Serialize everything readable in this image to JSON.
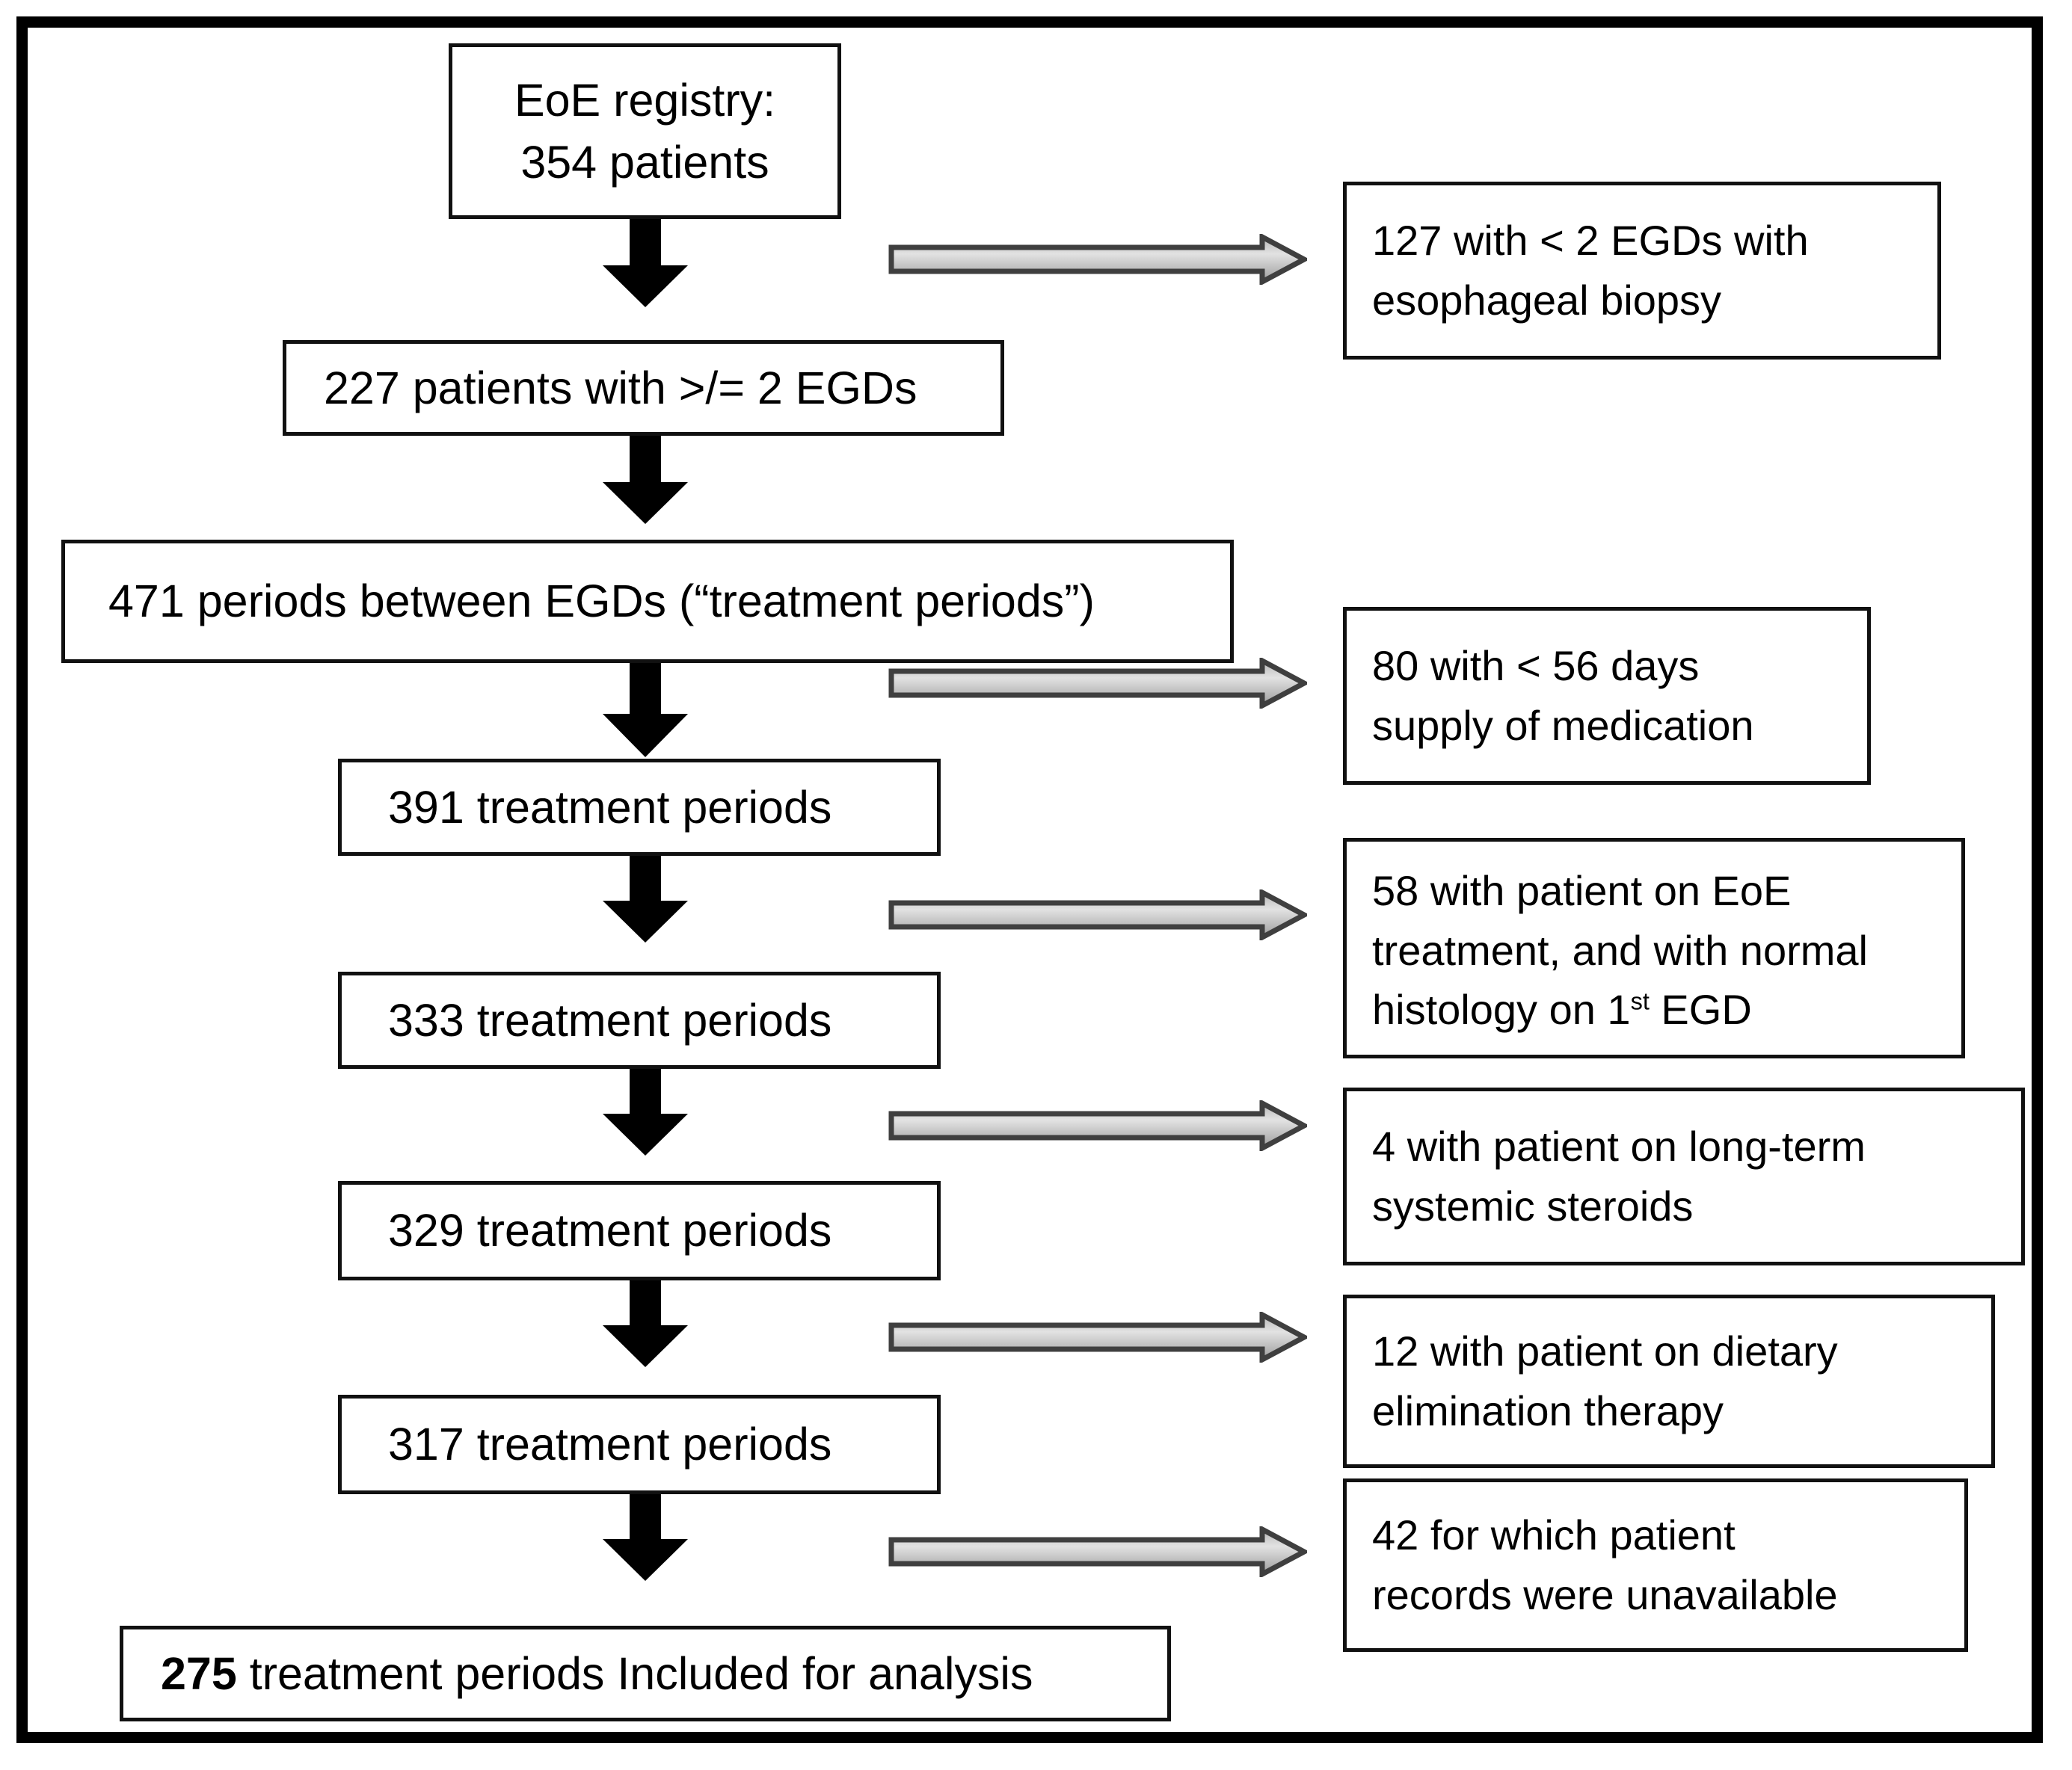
{
  "figure": {
    "kind": "patient-flow-diagram",
    "colors": {
      "frame": "#000000",
      "box_border": "#111111",
      "box_fill": "#ffffff",
      "down_arrow_fill": "#000000",
      "right_arrow_fill_light": "#d9d9d9",
      "right_arrow_fill_dark": "#a6a6a6",
      "right_arrow_stroke": "#3f3f3f",
      "text": "#000000"
    }
  },
  "flow": {
    "nodes": [
      {
        "id": "registry",
        "lines": [
          "EoE registry:",
          "354 patients"
        ],
        "count": 354,
        "unit": "patients"
      },
      {
        "id": "two-egds",
        "lines": [
          "227 patients with >/= 2 EGDs"
        ],
        "count": 227,
        "unit": "patients"
      },
      {
        "id": "periods",
        "lines": [
          "471 periods between EGDs (“treatment periods”)"
        ],
        "count": 471,
        "unit": "periods"
      },
      {
        "id": "tp-391",
        "lines": [
          "391 treatment periods"
        ],
        "count": 391,
        "unit": "treatment periods"
      },
      {
        "id": "tp-333",
        "lines": [
          "333 treatment periods"
        ],
        "count": 333,
        "unit": "treatment periods"
      },
      {
        "id": "tp-329",
        "lines": [
          "329 treatment periods"
        ],
        "count": 329,
        "unit": "treatment periods"
      },
      {
        "id": "tp-317",
        "lines": [
          "317 treatment periods"
        ],
        "count": 317,
        "unit": "treatment periods"
      },
      {
        "id": "tp-275-final",
        "count": 275,
        "unit": "treatment periods",
        "bold_prefix": "275",
        "rest": " treatment periods Included for analysis"
      }
    ],
    "exclusions": [
      {
        "id": "excl-127",
        "count": 127,
        "lines": [
          "127 with < 2 EGDs with",
          "esophageal biopsy"
        ]
      },
      {
        "id": "excl-80",
        "count": 80,
        "lines": [
          "80 with < 56 days",
          "supply of medication"
        ]
      },
      {
        "id": "excl-58",
        "count": 58,
        "lines": [
          "58 with patient on EoE",
          "treatment, and with normal",
          "histology on 1st EGD"
        ],
        "line3_pre": "histology on 1",
        "line3_sup": "st",
        "line3_post": " EGD"
      },
      {
        "id": "excl-4",
        "count": 4,
        "lines": [
          "4 with patient on long-term",
          "systemic steroids"
        ]
      },
      {
        "id": "excl-12",
        "count": 12,
        "lines": [
          "12 with patient on dietary",
          "elimination therapy"
        ]
      },
      {
        "id": "excl-42",
        "count": 42,
        "lines": [
          "42 for which patient",
          "records were unavailable"
        ]
      }
    ]
  }
}
